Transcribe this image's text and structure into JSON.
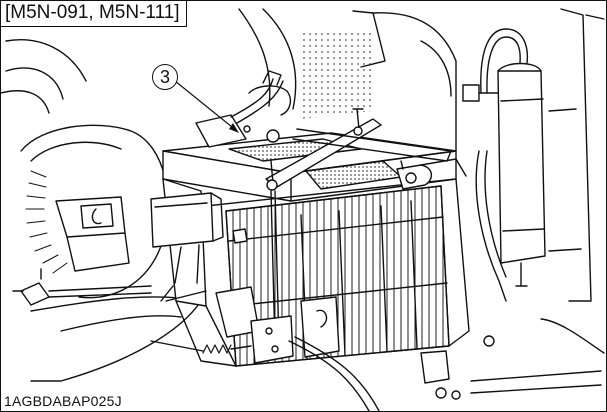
{
  "figure": {
    "model_label": "[M5N-091, M5N-111]",
    "callouts": [
      {
        "number": "3"
      }
    ],
    "reference_code": "1AGBDABAP025J",
    "icon": "battery-illustration"
  }
}
